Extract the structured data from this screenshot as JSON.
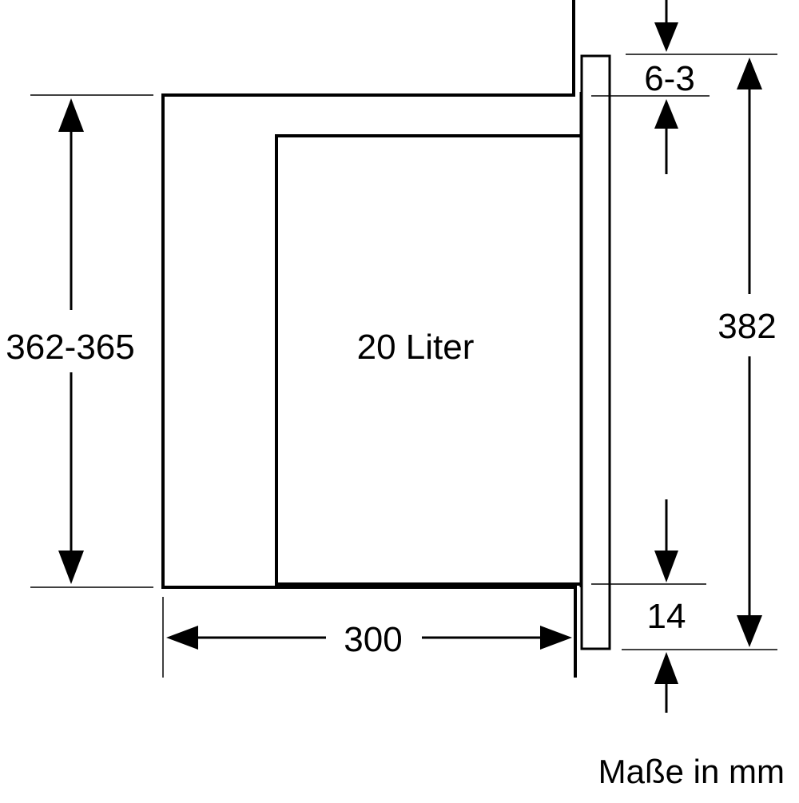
{
  "diagram": {
    "capacity_label": "20 Liter",
    "dimensions": {
      "niche_height": "362-365",
      "niche_depth": "300",
      "total_height": "382",
      "top_offset": "6-3",
      "bottom_offset": "14"
    },
    "units_note": "Maße in mm",
    "colors": {
      "line": "#000000",
      "background": "#ffffff"
    }
  }
}
